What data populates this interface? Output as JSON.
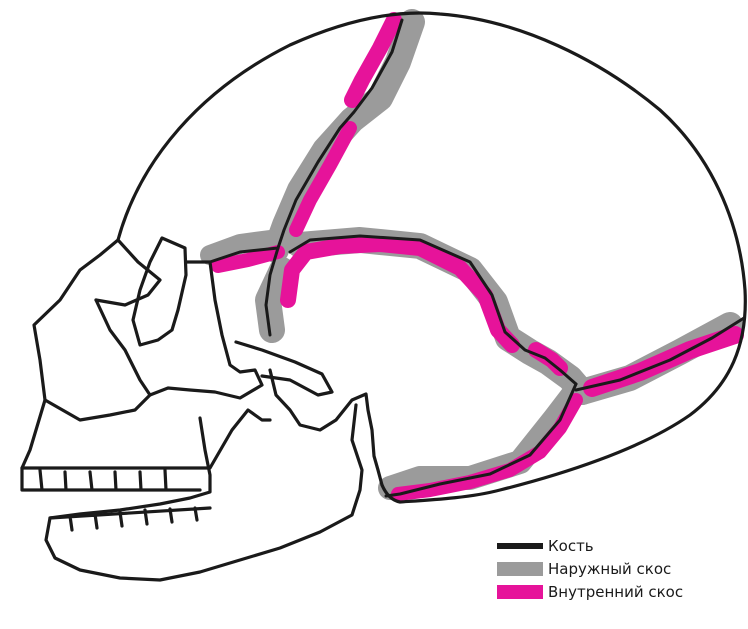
{
  "legend": {
    "items": [
      {
        "label": "Кость",
        "color": "#1a1a1a",
        "kind": "bone"
      },
      {
        "label": "Наружный скос",
        "color": "#9b9b9b",
        "kind": "band"
      },
      {
        "label": "Внутренний скос",
        "color": "#e6139a",
        "kind": "band"
      }
    ]
  },
  "colors": {
    "bone_line": "#1a1a1a",
    "outer_bevel": "#9b9b9b",
    "inner_bevel": "#e6139a",
    "background": "#ffffff"
  }
}
